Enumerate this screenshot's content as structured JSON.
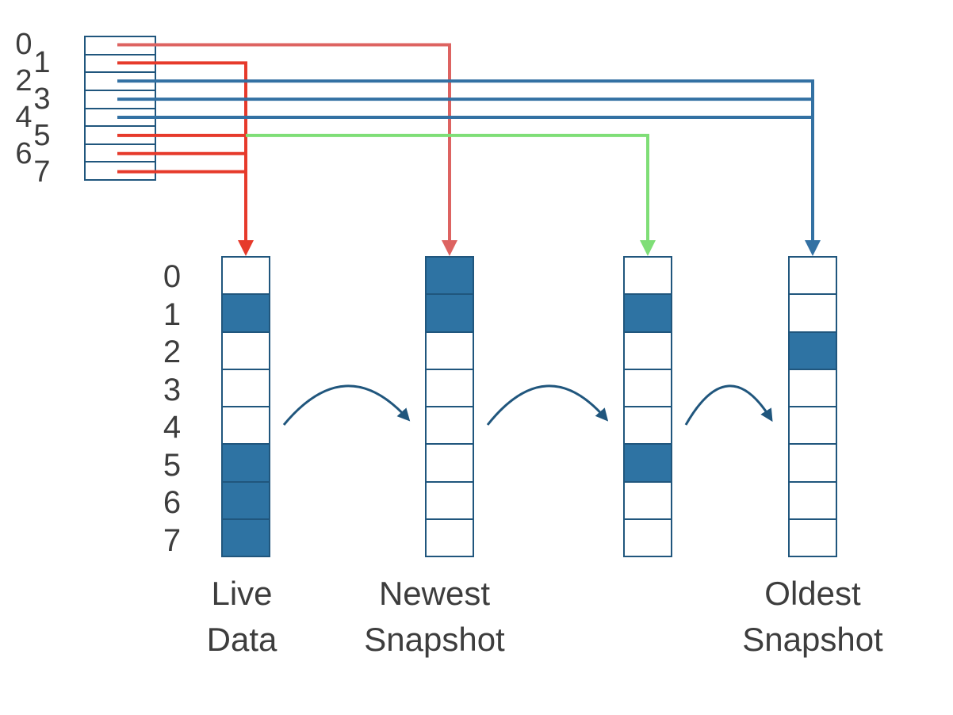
{
  "diagram": {
    "description": "Snapshot block-map diagram",
    "colors": {
      "red": "#E63A2B",
      "salmon": "#DD6361",
      "green": "#7FDE77",
      "line_blue": "#3371A3",
      "outline": "#20567D",
      "block_fill": "#2E73A3",
      "text": "#3D3D3D"
    },
    "block_map": {
      "row_labels": [
        "0",
        "1",
        "2",
        "3",
        "4",
        "5",
        "6",
        "7"
      ]
    },
    "columns": [
      {
        "id": "live-data",
        "label_lines": [
          "Live",
          "Data"
        ],
        "row_labels": [
          "0",
          "1",
          "2",
          "3",
          "4",
          "5",
          "6",
          "7"
        ],
        "filled_rows": [
          1,
          5,
          6,
          7
        ]
      },
      {
        "id": "newest-snapshot",
        "label_lines": [
          "Newest",
          "Snapshot"
        ],
        "filled_rows": [
          0,
          1
        ]
      },
      {
        "id": "middle-snapshot",
        "label_lines": [],
        "filled_rows": [
          1,
          5
        ]
      },
      {
        "id": "oldest-snapshot",
        "label_lines": [
          "Oldest",
          "Snapshot"
        ],
        "filled_rows": [
          2
        ]
      }
    ],
    "mappings": [
      {
        "rows": [
          0
        ],
        "target": "newest-snapshot",
        "color": "salmon"
      },
      {
        "rows": [
          1,
          6,
          7
        ],
        "target": "live-data",
        "color": "red"
      },
      {
        "rows": [
          2,
          3,
          4
        ],
        "target": "oldest-snapshot",
        "color": "blue"
      },
      {
        "rows": [
          5
        ],
        "target": "middle-snapshot",
        "color": "green",
        "via": "live-data",
        "via_color": "red"
      }
    ],
    "flow_arrows": [
      {
        "from": "live-data",
        "to": "newest-snapshot"
      },
      {
        "from": "newest-snapshot",
        "to": "middle-snapshot"
      },
      {
        "from": "middle-snapshot",
        "to": "oldest-snapshot"
      }
    ]
  }
}
